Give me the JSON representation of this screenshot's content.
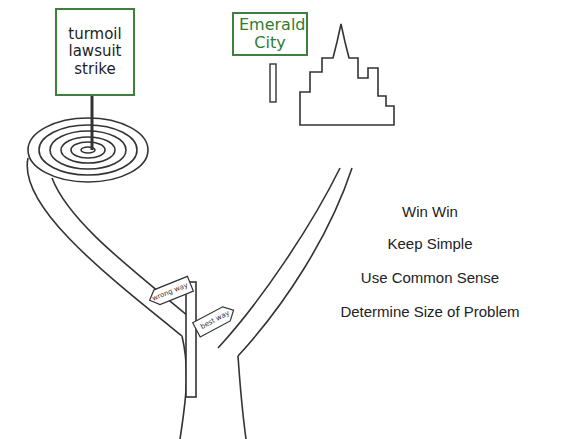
{
  "diagram": {
    "nodes": [
      {
        "text": [
          "turmoil lawsuit strike"
        ]
      },
      {
        "text": [
          "Emerald City"
        ]
      },
      {
        "text": [
          "wrong way"
        ]
      },
      {
        "text": [
          "best way"
        ]
      }
    ],
    "labels": [
      "Win Win",
      "Keep Simple",
      "Use Common Sense",
      "Determine Size of Problem"
    ]
  }
}
